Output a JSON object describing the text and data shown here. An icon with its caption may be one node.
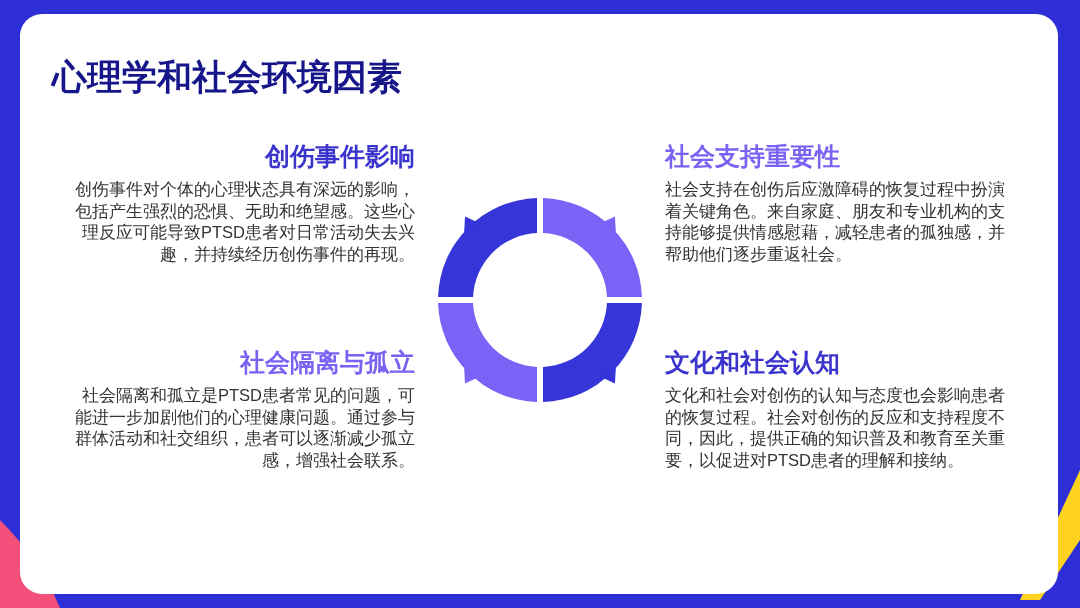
{
  "diagram": {
    "title": "心理学和社会环境因素",
    "labels": [
      "创伤事件影响",
      "创伤事件对个体的心理状态具有深远的影响，包括产生强烈的恐惧、无助和绝望感。这些心理反应可能导致PTSD患者对日常活动失去兴趣，并持续经历创伤事件的再现。",
      "社会支持重要性",
      "社会支持在创伤后应激障碍的恢复过程中扮演着关键角色。来自家庭、朋友和专业机构的支持能够提供情感慰藉，减轻患者的孤独感，并帮助他们逐步重返社会。",
      "社会隔离与孤立",
      "社会隔离和孤立是PTSD患者常见的问题，可能进一步加剧他们的心理健康问题。通过参与群体活动和社交组织，患者可以逐渐减少孤立感，增强社会联系。",
      "文化和社会认知",
      "文化和社会对创伤的认知与态度也会影响患者的恢复过程。社会对创伤的反应和支持程度不同，因此，提供正确的知识普及和教育至关重要，以促进对PTSD患者的理解和接纳。"
    ]
  }
}
